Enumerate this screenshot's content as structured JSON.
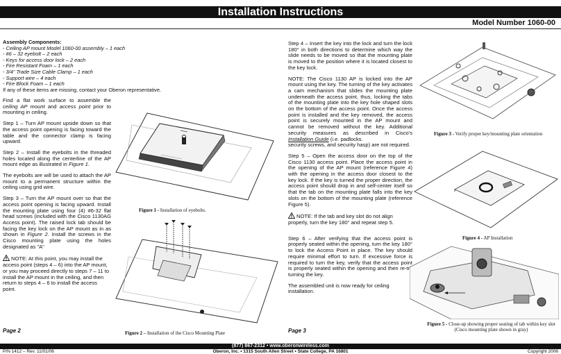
{
  "header": {
    "title": "Installation Instructions",
    "model": "Model Number 1060-00"
  },
  "components": {
    "heading": "Assembly Components:",
    "items": [
      "- Ceiling AP mount Model 1060-00 assembly – 1 each",
      "- #6 – 32 eyebolt – 2 each",
      "- Keys for access door lock – 2 each",
      "- Fire Resistant Foam – 1 each",
      "- 3/4\" Trade Size Cable Clamp – 1 each",
      "- Support wire – 4 each",
      "- Fire Block Foam – 1 each"
    ],
    "note": "If any of these items are missing, contact your Oberon representative."
  },
  "left": {
    "p1_a": "Find a flat work surface to assemble the ",
    "p1_em1": "ceiling AP mount",
    "p1_b": " and ",
    "p1_em2": "access point",
    "p1_c": " prior to mounting in ceiling.",
    "step1": "Step 1 – Turn AP mount upside down so that the access point opening is facing toward the table and the connector clamp is facing upward.",
    "step2_a": "Step 2 – Install the eyebolts in the threaded holes located along the centerline of the AP mount edge as illustrated in ",
    "step2_em": "Figure 1",
    "step2_b": ".",
    "eyebolts": "The eyebolts are will be used to attach the AP mount to a permanent structure within the ceiling using grid wire.",
    "step3_a": "Step 3 – Turn the AP mount over so that the access point opening is facing upward. Install the mounting plate using four (4) #6-32 flat head screws (included with the Cisco 1130AG Access point). The raised lock tab should be facing the key lock on the AP mount as in as shown in ",
    "step3_em": "Figure 2",
    "step3_b": ". Install the screws in the Cisco mounting plate using the holes designated as \"A\"",
    "note": "NOTE: At this point, you may install the access point (steps 4 – 6) into the AP mount, or you may proceed directly to steps 7 – 11 to install the AP mount in the ceiling, and then return to steps 4 – 6 to install the access point.",
    "page": "Page 2"
  },
  "right": {
    "step4": "Step 4 – Insert the key into the lock and turn the lock 180° in both directions to determine which way the slide needs to be moved so that the mounting plate is moved to the position where it is located closest to the key lock.",
    "note1_a": "NOTE: The Cisco 1130 AP is locked into the AP mount using the key. The turning of the key activates a cam mechanism that slides the mounting plate underneath the access point, thus, locking the tabs of the mounting plate into the key hole shaped slots on the bottom of the access point. Once the access point is installed and the key removed, the access point is securely mounted in the AP mount and cannot be removed without the key. Additional security measures as described in Cisco's ",
    "note1_em": "Installation Guide",
    "note1_b": " (i.e. padlocks.",
    "note1_c": "security screws, and security hasp) are not required.",
    "step5": "Step 5 – Open the access door on the top of the Cisco 1130 access point. Place the access point in the opening of the AP mount (reference Figure 4) with the opening in the access door closest to the key lock. If the key is turned the proper direction, the access point should drop in and self-center itself so that the tab on the mounting plate falls into the key slots on the bottom of the mounting plate (reference Figure 5).",
    "note2": "NOTE: If the tab and key slot do not align properly, turn the key 180° and repeat step 5.",
    "step6": "Step 6 – After verifying that the access point is properly seated within the opening, turn the key 180° to lock the Access Point in place. The key should require minimal effort to turn. If excessive force is required to turn the key, verify that the access point is properly seated within the opening and then re-try turning the key.",
    "assembled": "The assembled unit is now ready for ceiling installation.",
    "page": "Page 3"
  },
  "figures": {
    "f1_bold": "Figure 1 -",
    "f1_text": " Installation of eyebolts.",
    "f2_bold": "Figure 2 –",
    "f2_text": " Installation of the Cisco Mounting Plate",
    "f3_bold": "Figure 3 -",
    "f3_text": " Verify proper key/mounting plate orientation",
    "f4_bold": "Figure 4 -",
    "f4_text": " AP Installation",
    "f5_bold": "Figure 5 -",
    "f5_text": " Close-up showing proper seating of tab within key slot (Cisco mounting plate shown in gray)"
  },
  "footer": {
    "phone": "(877) 867-2312",
    "bullet": "•",
    "website": "www.oberonwireless.com",
    "company": "Oberon, Inc.",
    "address": "1315 South Allen Street",
    "city": "State College, PA 16801",
    "pn": "P/N 1412 – Rev. 11/01/06",
    "copyright": "Copyright 2006"
  }
}
